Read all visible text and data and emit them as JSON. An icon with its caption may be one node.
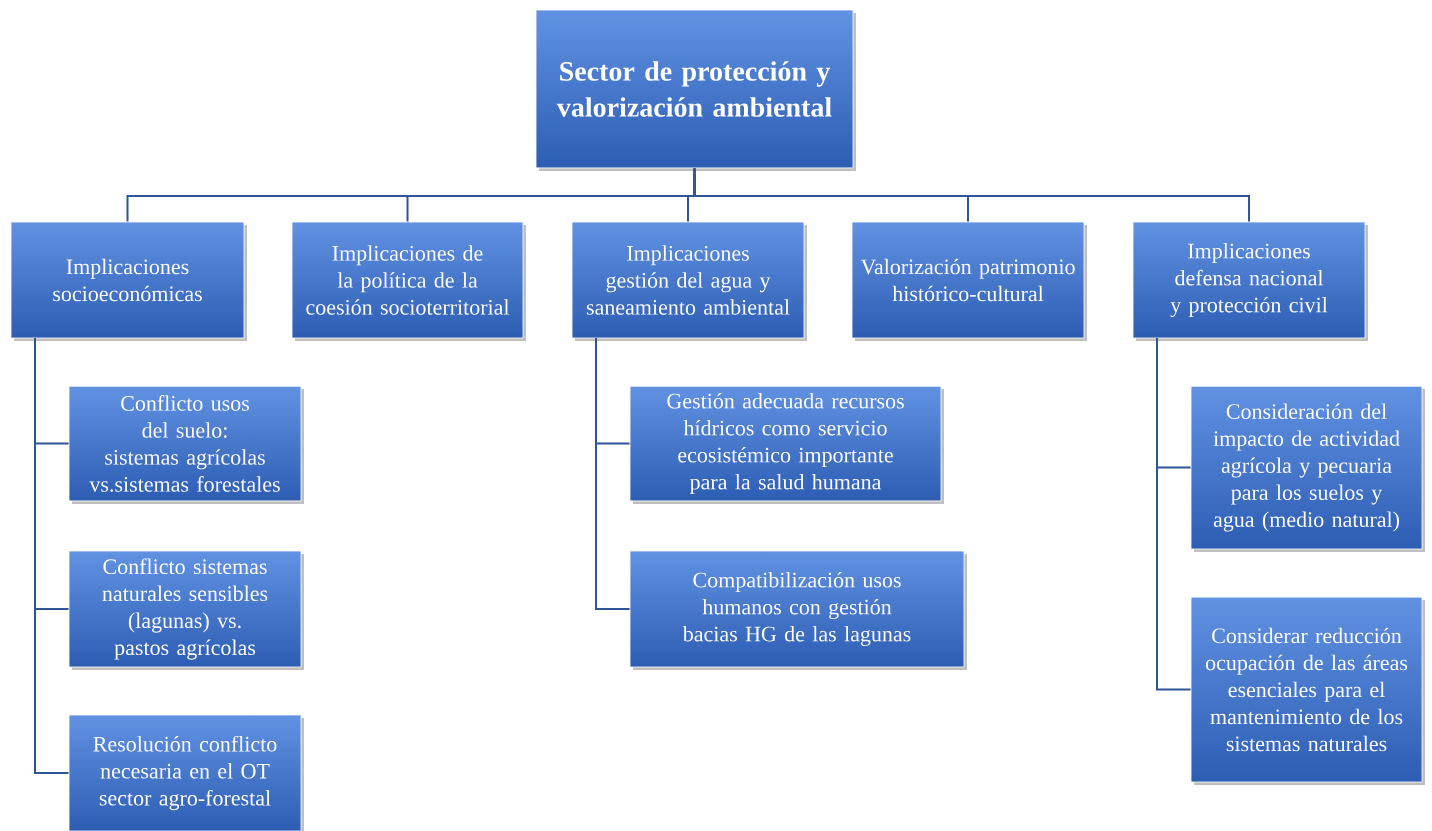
{
  "diagram": {
    "nodes": [
      {
        "text": [
          "Sector de protección y valorización ambiental"
        ]
      },
      {
        "text": [
          "Implicaciones socioeconómicas"
        ]
      },
      {
        "text": [
          "Implicaciones de la política de la coesión socioterritorial"
        ]
      },
      {
        "text": [
          "Implicaciones gestión del agua y saneamiento ambiental"
        ]
      },
      {
        "text": [
          "Valorización patrimonio histórico-cultural"
        ]
      },
      {
        "text": [
          "Implicaciones defensa nacional y protección civil"
        ]
      },
      {
        "text": [
          "Conflicto usos del suelo: sistemas agrícolas vs.sistemas forestales"
        ]
      },
      {
        "text": [
          "Conflicto sistemas naturales sensibles (lagunas) vs. pastos agrícolas"
        ]
      },
      {
        "text": [
          "Resolución conflicto necesaria en el OT sector agro-forestal"
        ]
      },
      {
        "text": [
          "Gestión adecuada recursos hídricos como servicio ecosistémico importante para la salud humana"
        ]
      },
      {
        "text": [
          "Compatibilización usos humanos con gestión bacias HG de las lagunas"
        ]
      },
      {
        "text": [
          "Consideración del impacto de actividad agrícola y pecuaria para los suelos y agua (medio natural)"
        ]
      },
      {
        "text": [
          "Considerar reducción ocupación de las áreas esenciales para el mantenimiento de los sistemas naturales"
        ]
      }
    ],
    "edges": [
      {
        "from": 0,
        "to": 1,
        "arrow": "none"
      },
      {
        "from": 0,
        "to": 2,
        "arrow": "none"
      },
      {
        "from": 0,
        "to": 3,
        "arrow": "none"
      },
      {
        "from": 0,
        "to": 4,
        "arrow": "none"
      },
      {
        "from": 0,
        "to": 5,
        "arrow": "none"
      },
      {
        "from": 1,
        "to": 6,
        "arrow": "none"
      },
      {
        "from": 1,
        "to": 7,
        "arrow": "none"
      },
      {
        "from": 1,
        "to": 8,
        "arrow": "none"
      },
      {
        "from": 3,
        "to": 9,
        "arrow": "none"
      },
      {
        "from": 3,
        "to": 10,
        "arrow": "none"
      },
      {
        "from": 5,
        "to": 11,
        "arrow": "none"
      },
      {
        "from": 5,
        "to": 12,
        "arrow": "none"
      }
    ]
  }
}
